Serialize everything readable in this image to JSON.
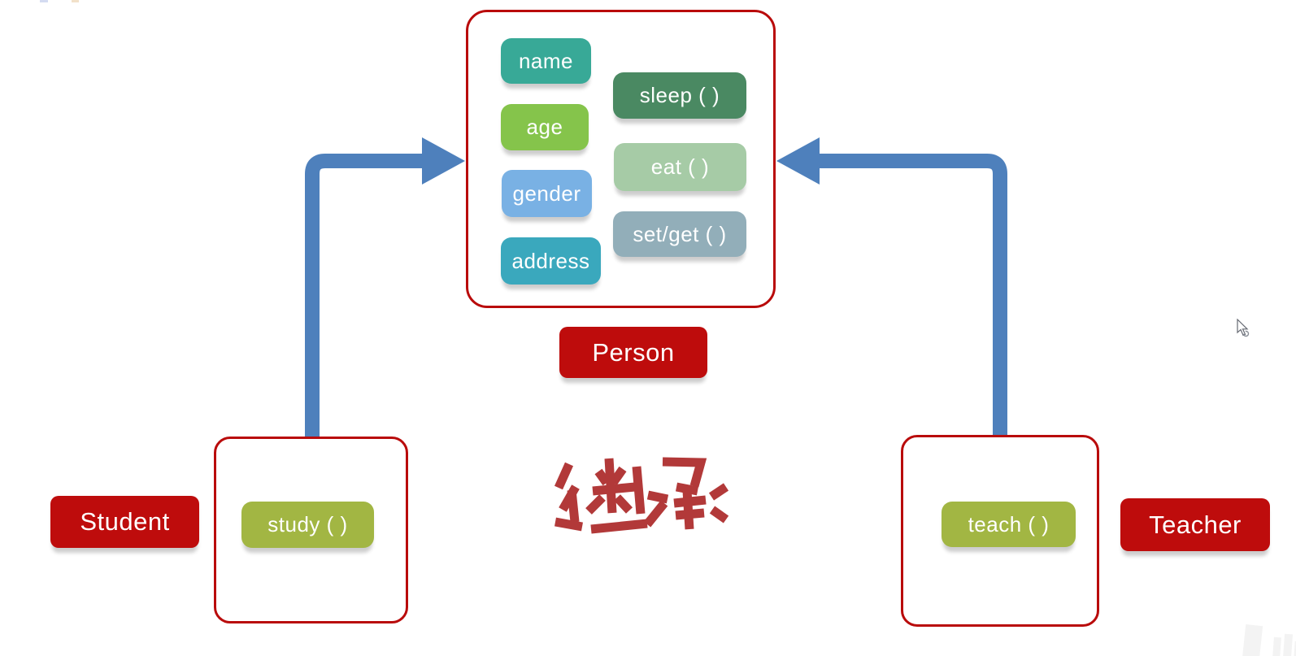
{
  "diagram": {
    "relation_label": "继承",
    "parent_class": {
      "label": "Person",
      "attributes": [
        {
          "label": "name",
          "color": "#38A997"
        },
        {
          "label": "age",
          "color": "#85C44B"
        },
        {
          "label": "gender",
          "color": "#79B1E4"
        },
        {
          "label": "address",
          "color": "#3AA8BD"
        }
      ],
      "methods": [
        {
          "label": "sleep ( )",
          "color": "#4A8962"
        },
        {
          "label": "eat ( )",
          "color": "#A6CBA6"
        },
        {
          "label": "set/get ( )",
          "color": "#92AEB9"
        }
      ]
    },
    "child_classes": [
      {
        "label": "Student",
        "methods": [
          {
            "label": "study ( )",
            "color": "#A2B643"
          }
        ]
      },
      {
        "label": "Teacher",
        "methods": [
          {
            "label": "teach ( )",
            "color": "#A2B643"
          }
        ]
      }
    ],
    "colors": {
      "class_red": "#BE0C0C",
      "box_border_red": "#B90B0B",
      "arrow_blue": "#4E80BC",
      "relation_text_red": "#B23939",
      "chip_text": "#FFFFFF"
    }
  }
}
